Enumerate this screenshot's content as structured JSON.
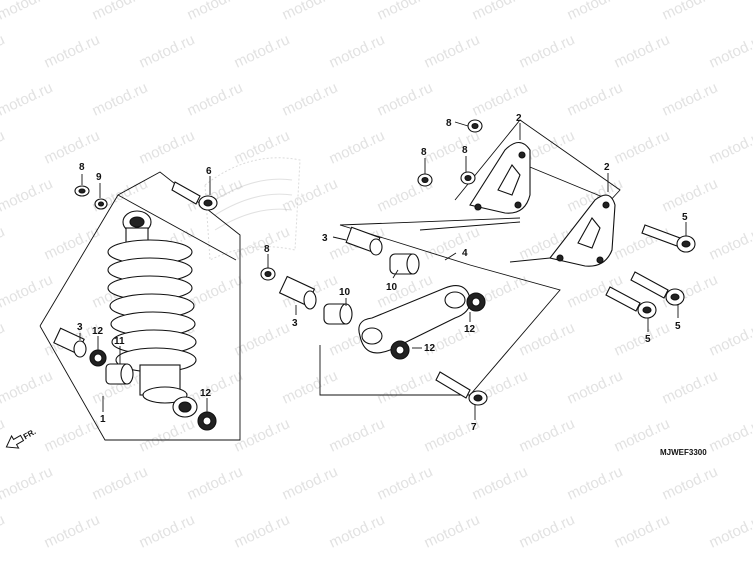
{
  "watermark": "motod.ru",
  "diagram_code": "MJWEF3300",
  "front_marker": "FR.",
  "callouts": {
    "c1": "1",
    "c2a": "2",
    "c2b": "2",
    "c3a": "3",
    "c3b": "3",
    "c3c": "3",
    "c4": "4",
    "c5a": "5",
    "c5b": "5",
    "c5c": "5",
    "c6": "6",
    "c7": "7",
    "c8a": "8",
    "c8b": "8",
    "c8c": "8",
    "c8d": "8",
    "c8e": "8",
    "c9": "9",
    "c10a": "10",
    "c10b": "10",
    "c11": "11",
    "c12a": "12",
    "c12b": "12",
    "c12c": "12",
    "c12d": "12"
  }
}
